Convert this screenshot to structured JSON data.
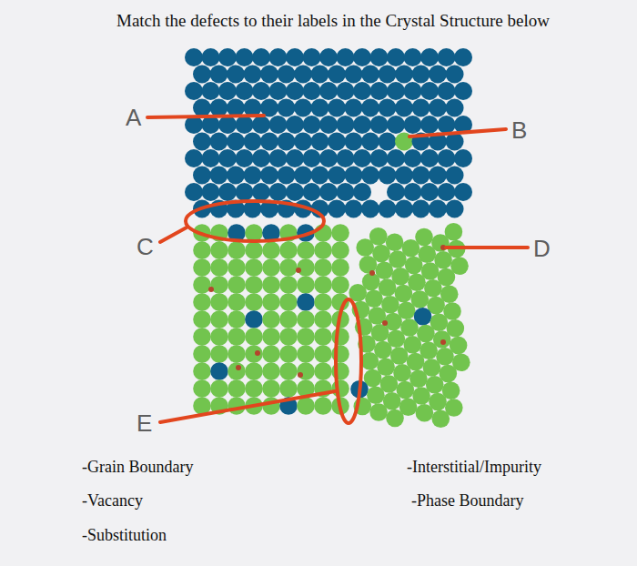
{
  "diagram": {
    "title": "Match the defects to their labels in the Crystal Structure below",
    "labels": [
      "A",
      "B",
      "C",
      "D",
      "E",
      "-Grain Boundary",
      "-Vacancy",
      "-Substitution",
      "-Interstitial/Impurity",
      "-Phase Boundary"
    ]
  }
}
